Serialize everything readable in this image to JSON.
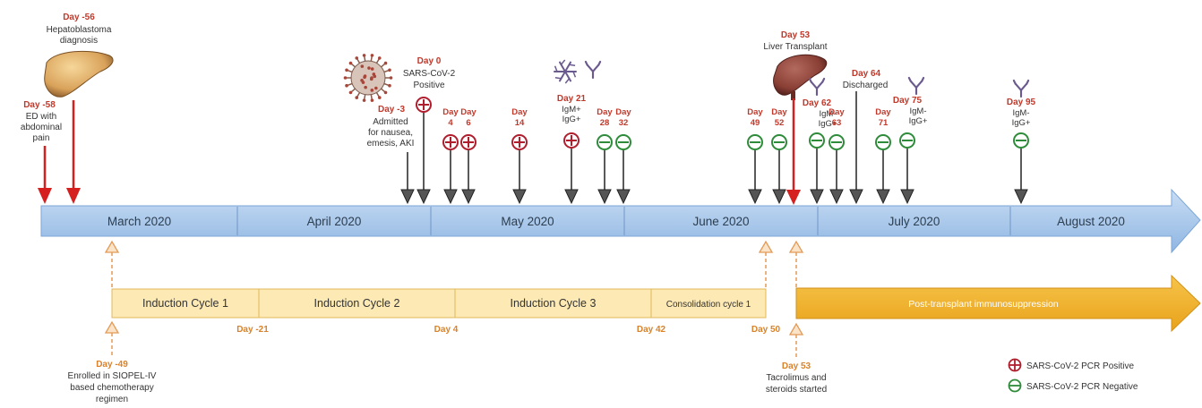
{
  "colors": {
    "positive": "#b01e2e",
    "negative": "#2e8b3a",
    "arrow_red": "#d62020",
    "arrow_dark": "#444444",
    "orange": "#e39a57",
    "timeline_fill": "#aac9ec",
    "treatment_fill": "#fde9b4",
    "posttransplant_fill": "#f2b01e",
    "antibody": "#6b5a8e"
  },
  "months": [
    "March 2020",
    "April 2020",
    "May 2020",
    "June 2020",
    "July 2020",
    "August 2020"
  ],
  "header_events": [
    {
      "day": "Day -56",
      "lines": [
        "Hepatoblastoma",
        "diagnosis"
      ],
      "icon": "liver-icon"
    },
    {
      "day": "Day -58",
      "lines": [
        "ED with",
        "abdominal",
        "pain"
      ]
    },
    {
      "day": "Day -3",
      "lines": [
        "Admitted",
        "for nausea,",
        "emesis, AKI"
      ]
    },
    {
      "day": "Day 0",
      "lines": [
        "SARS-CoV-2",
        "Positive"
      ],
      "icon": "virus-icon"
    },
    {
      "day": "Day 53",
      "lines": [
        "Liver Transplant"
      ],
      "icon": "liver-icon"
    },
    {
      "day": "Day 64",
      "lines": [
        "Discharged"
      ]
    }
  ],
  "pcr_tests": [
    {
      "day": "Day 4",
      "label_lines": [
        "Day",
        "4"
      ],
      "result": "positive"
    },
    {
      "day": "Day 6",
      "label_lines": [
        "Day",
        "6"
      ],
      "result": "positive"
    },
    {
      "day": "Day 14",
      "label_lines": [
        "Day",
        "14"
      ],
      "result": "positive"
    },
    {
      "day": "Day 21",
      "label_lines": [
        "Day 21"
      ],
      "serology": [
        "IgM+",
        "IgG+"
      ],
      "result": "positive",
      "icon": "antibody-icon"
    },
    {
      "day": "Day 28",
      "label_lines": [
        "Day",
        "28"
      ],
      "result": "negative"
    },
    {
      "day": "Day 32",
      "label_lines": [
        "Day",
        "32"
      ],
      "result": "negative"
    },
    {
      "day": "Day 49",
      "label_lines": [
        "Day",
        "49"
      ],
      "result": "negative"
    },
    {
      "day": "Day 52",
      "label_lines": [
        "Day",
        "52"
      ],
      "result": "negative"
    },
    {
      "day": "Day 62",
      "label_lines": [
        "Day 62"
      ],
      "serology": [
        "IgM-",
        "IgG+"
      ],
      "result": "negative",
      "icon": "antibody-icon"
    },
    {
      "day": "Day 63",
      "label_lines": [
        "Day",
        "63"
      ],
      "result": "negative"
    },
    {
      "day": "Day 71",
      "label_lines": [
        "Day",
        "71"
      ],
      "result": "negative"
    },
    {
      "day": "Day 75",
      "label_lines": [
        "Day 75"
      ],
      "serology": [
        "IgM-",
        "IgG+"
      ],
      "result": "negative",
      "icon": "antibody-icon"
    },
    {
      "day": "Day 95",
      "label_lines": [
        "Day 95"
      ],
      "serology": [
        "IgM-",
        "IgG+"
      ],
      "result": "negative",
      "icon": "antibody-icon"
    }
  ],
  "treatment_phases": [
    {
      "label": "Induction Cycle 1"
    },
    {
      "label": "Induction Cycle 2"
    },
    {
      "label": "Induction Cycle 3"
    },
    {
      "label": "Consolidation cycle 1"
    }
  ],
  "post_transplant": {
    "label": "Post-transplant immunosuppression"
  },
  "phase_day_labels": [
    "Day -21",
    "Day 4",
    "Day 42",
    "Day 50"
  ],
  "bottom_events": [
    {
      "day": "Day -49",
      "lines": [
        "Enrolled in SIOPEL-IV",
        "based chemotherapy",
        "regimen"
      ]
    },
    {
      "day": "Day 53",
      "lines": [
        "Tacrolimus and",
        "steroids started"
      ]
    }
  ],
  "legend": {
    "positive": "SARS-CoV-2 PCR Positive",
    "negative": "SARS-CoV-2 PCR Negative"
  }
}
